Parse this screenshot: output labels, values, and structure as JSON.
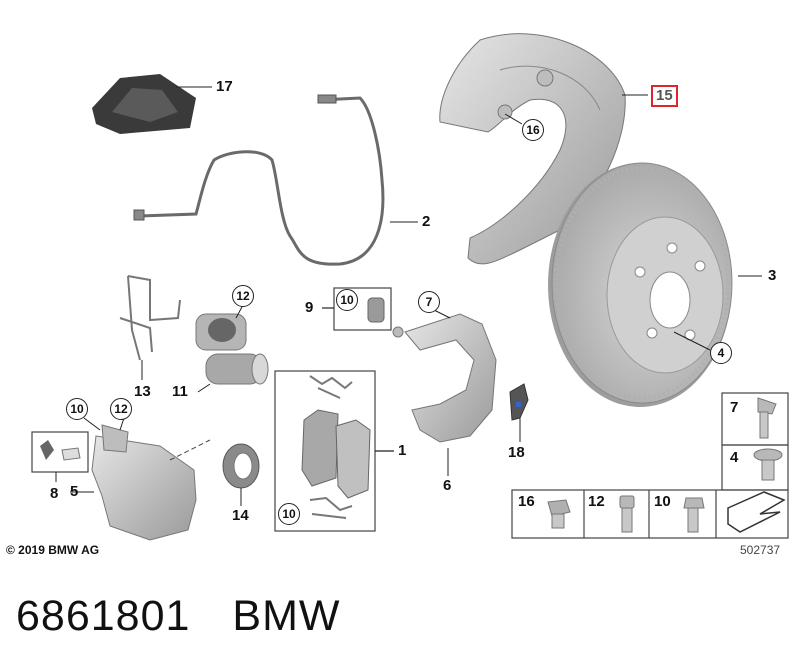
{
  "callouts": {
    "c1": "1",
    "c2": "2",
    "c3": "3",
    "c4": "4",
    "c5": "5",
    "c6": "6",
    "c7": "7",
    "c8": "8",
    "c9": "9",
    "c10a": "10",
    "c10b": "10",
    "c10c": "10",
    "c11": "11",
    "c12a": "12",
    "c12b": "12",
    "c13": "13",
    "c14": "14",
    "c15": "15",
    "c16": "16",
    "c17": "17",
    "c18": "18"
  },
  "legend": {
    "bolt7": "7",
    "bolt4": "4",
    "bolt16": "16",
    "bolt12": "12",
    "bolt10": "10"
  },
  "copyright": "© 2019 BMW AG",
  "diagram_code": "502737",
  "footer": {
    "part_number": "6861801",
    "brand": "BMW"
  },
  "colors": {
    "highlight": "#e0242f",
    "part_fill": "#c9c9c9",
    "line": "#222222"
  }
}
